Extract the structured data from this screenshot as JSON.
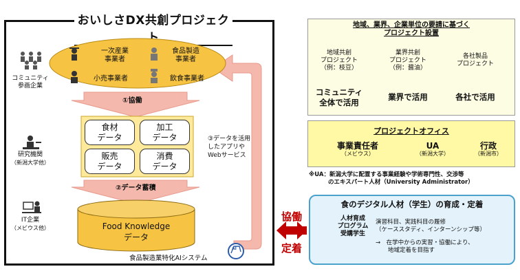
{
  "main": {
    "title": "おいしさDX共創プロジェクト",
    "labels": {
      "community": [
        "コミュニティ",
        "参画企業"
      ],
      "research": [
        "研究機関",
        "（新潟大学他）"
      ],
      "it": [
        "IT企業",
        "（メビウス他）"
      ]
    },
    "ellipse": {
      "primary": [
        "一次産業",
        "事業者"
      ],
      "food_mfg": [
        "食品製造",
        "事業者"
      ],
      "retail": "小売事業者",
      "restaurant": "飲食事業者"
    },
    "arrows": {
      "collab": "①協働",
      "accumulate": "②データ蓄積",
      "use": [
        "③データを活用",
        "したアプリや",
        "Webサービス"
      ]
    },
    "data_cards": [
      [
        "食材",
        "データ"
      ],
      [
        "加工",
        "データ"
      ],
      [
        "販売",
        "データ"
      ],
      [
        "消費",
        "データ"
      ]
    ],
    "db": [
      "Food Knowledge",
      "データ"
    ],
    "ai_system": "食品製造業特化AIシステム",
    "ai_badge": "AI"
  },
  "right": {
    "box1": {
      "title": [
        "地域、業界、企業単位の要請に基づく",
        "プロジェクト設置"
      ],
      "circles": [
        {
          "text": [
            "地域共創",
            "プロジェクト",
            "（例：枝豆）"
          ],
          "usage": [
            "コミュニティ",
            "全体で活用"
          ]
        },
        {
          "text": [
            "業界共創",
            "プロジェクト",
            "（例：醤油）"
          ],
          "usage": [
            "業界で活用"
          ]
        },
        {
          "text": [
            "各社製品",
            "プロジェクト"
          ],
          "usage": [
            "各社で活用"
          ]
        }
      ]
    },
    "box2": {
      "title": "プロジェクトオフィス",
      "roles": [
        {
          "title": "事業責任者",
          "sub": "（メビウス）"
        },
        {
          "title": "UA",
          "sub": "（新潟大学）"
        },
        {
          "title": "行政",
          "sub": "（新潟市）"
        }
      ]
    },
    "ua_note": [
      "※UA：新潟大学に配置する事業経験や学術専門性、交渉等",
      "のエキスパート人材（University Administrator）"
    ],
    "box3": {
      "title": "食のデジタル人材（学生）の育成・定着",
      "student": [
        "人材育成",
        "プログラム",
        "受講学生"
      ],
      "detail1": [
        "演習科目、実践科目の履修",
        "（ケーススタディ、インターンシップ等）"
      ],
      "detail2": [
        "→　在学中からの実習・協働により、",
        "地域定着を目指す"
      ]
    },
    "collab_word": "協働",
    "settle_word": "定着"
  },
  "colors": {
    "ellipse": "#f6c343",
    "db": "#f6c343",
    "pink_arrow": "#f4b8ad",
    "circle1": "#f4b183",
    "circle2": "#ffe08a",
    "circle3": "#c9dcf4",
    "red": "#c00000"
  }
}
